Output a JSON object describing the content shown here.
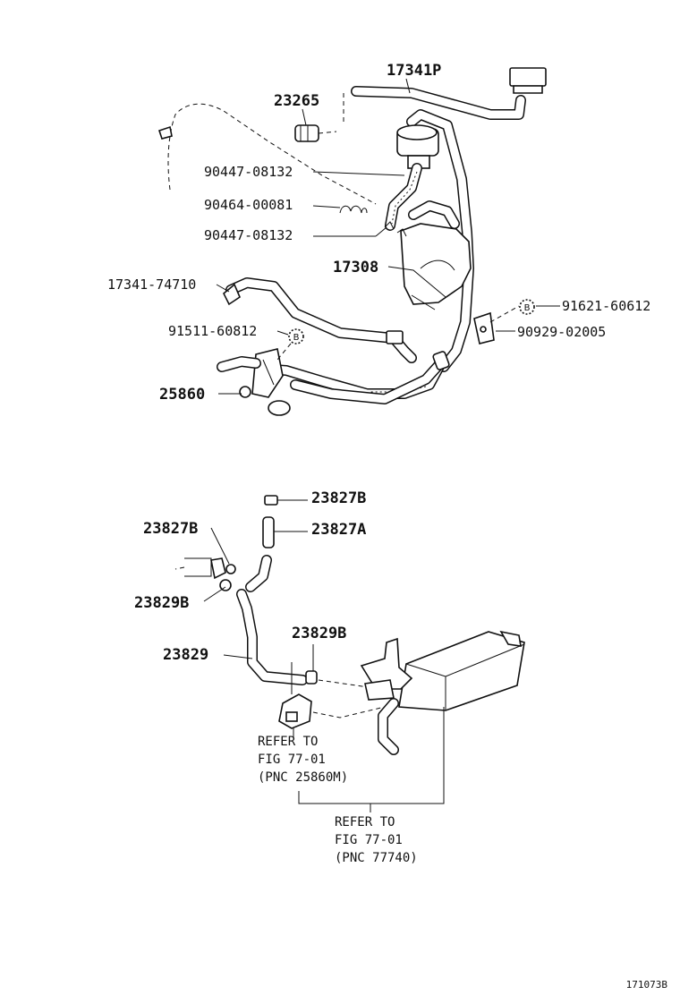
{
  "labels": {
    "p17341P": "17341P",
    "p23265": "23265",
    "p90447a": "90447-08132",
    "p90464": "90464-00081",
    "p90447b": "90447-08132",
    "p17308": "17308",
    "p17341_74710": "17341-74710",
    "p91621": "91621-60612",
    "p90929": "90929-02005",
    "p91511": "91511-60812",
    "p25860": "25860",
    "p23827B_top": "23827B",
    "p23827A": "23827A",
    "p23827B_left": "23827B",
    "p23829B_left": "23829B",
    "p23829B_mid": "23829B",
    "p23829": "23829"
  },
  "badges": {
    "b1": "B",
    "b2": "B"
  },
  "notes": {
    "refer1": [
      "REFER TO",
      "FIG 77-01",
      "(PNC 25860M)"
    ],
    "refer2": [
      "REFER TO",
      "FIG 77-01",
      "(PNC 77740)"
    ]
  },
  "figure_id": "171073B"
}
